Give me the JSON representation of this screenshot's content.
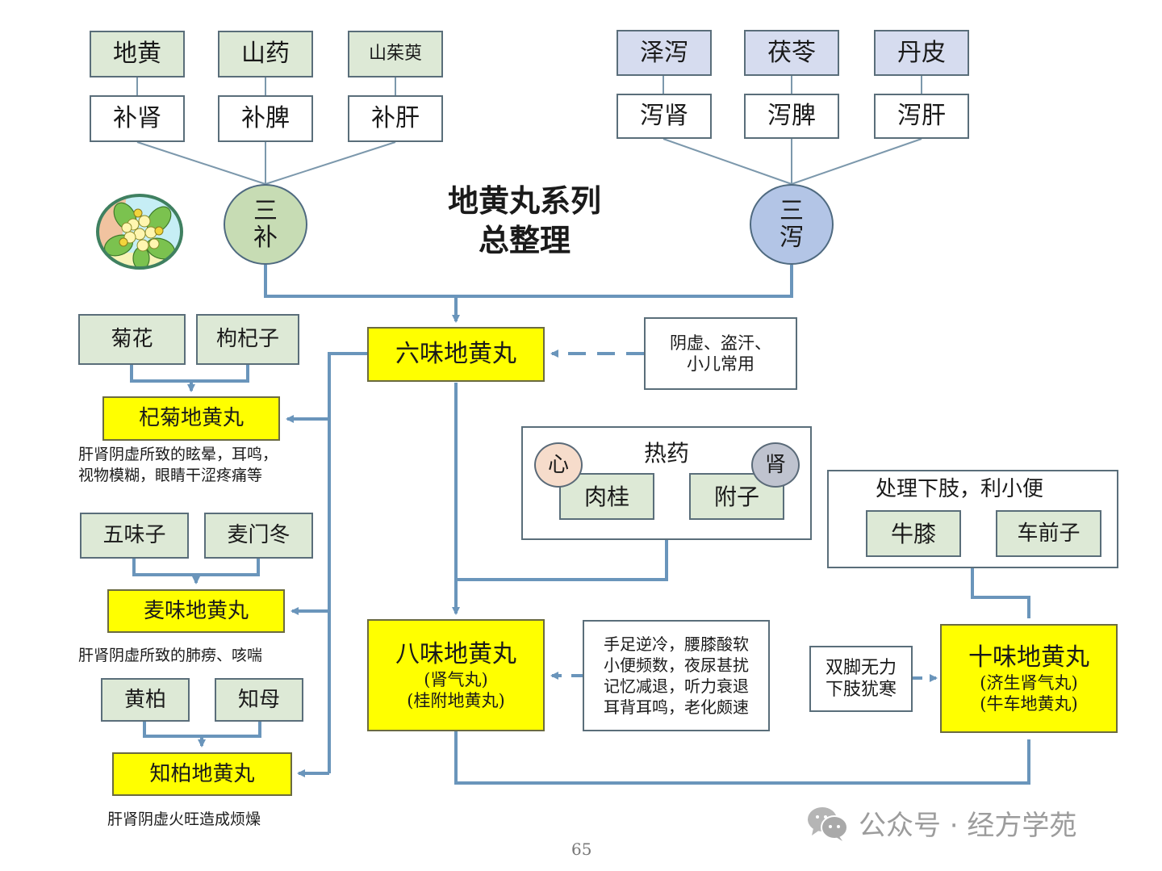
{
  "title": {
    "line1": "地黄丸系列",
    "line2": "总整理"
  },
  "tonify": {
    "herbs": [
      "地黄",
      "山药",
      "山茱萸"
    ],
    "effects": [
      "补肾",
      "补脾",
      "补肝"
    ],
    "circle": {
      "line1": "三",
      "line2": "补"
    }
  },
  "purge": {
    "herbs": [
      "泽泻",
      "茯苓",
      "丹皮"
    ],
    "effects": [
      "泻肾",
      "泻脾",
      "泻肝"
    ],
    "circle": {
      "line1": "三",
      "line2": "泻"
    }
  },
  "liuwei": {
    "name": "六味地黄丸",
    "indication": {
      "line1": "阴虚、盗汗、",
      "line2": "小儿常用"
    }
  },
  "qiju": {
    "herbs": [
      "菊花",
      "枸杞子"
    ],
    "name": "杞菊地黄丸",
    "note": {
      "line1": "肝肾阴虚所致的眩晕，耳鸣，",
      "line2": "视物模糊，眼睛干涩疼痛等"
    }
  },
  "maiwei": {
    "herbs": [
      "五味子",
      "麦门冬"
    ],
    "name": "麦味地黄丸",
    "note": "肝肾阴虚所致的肺痨、咳喘"
  },
  "zhibai": {
    "herbs": [
      "黄柏",
      "知母"
    ],
    "name": "知柏地黄丸",
    "note": "肝肾阴虚火旺造成烦燥"
  },
  "hot_herbs": {
    "label": "热药",
    "items": [
      {
        "organ": "心",
        "herb": "肉桂"
      },
      {
        "organ": "肾",
        "herb": "附子"
      }
    ]
  },
  "bawei": {
    "name": "八味地黄丸",
    "alias1": "(肾气丸)",
    "alias2": "(桂附地黄丸)",
    "indication": [
      "手足逆冷，腰膝酸软",
      "小便频数，夜尿甚扰",
      "记忆减退，听力衰退",
      "耳背耳鸣，老化颇速"
    ]
  },
  "lower_limb": {
    "label": "处理下肢，利小便",
    "herbs": [
      "牛膝",
      "车前子"
    ]
  },
  "shiwei": {
    "name": "十味地黄丸",
    "alias1": "(济生肾气丸)",
    "alias2": "(牛车地黄丸)",
    "indication": {
      "line1": "双脚无力",
      "line2": "下肢犹寒"
    }
  },
  "footer": {
    "watermark": "公众号 · 经方学苑",
    "page": "65"
  },
  "colors": {
    "line": "#6a95bb",
    "yellow": "#ffff00",
    "green": "#dde9d6",
    "blue": "#d6dcef"
  }
}
